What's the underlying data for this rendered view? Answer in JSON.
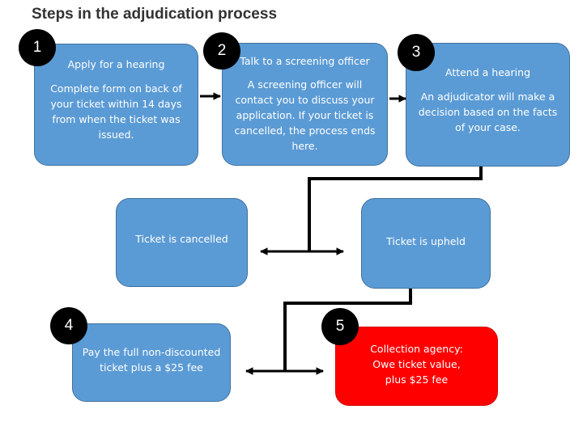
{
  "title": "Steps in the adjudication process",
  "steps": [
    {
      "number": "1",
      "heading": "Apply for a hearing",
      "body": "Complete form on back of your ticket within 14 days from when the ticket was issued."
    },
    {
      "number": "2",
      "heading": "Talk to a screening officer",
      "body": "A screening officer will contact you to discuss your application.  If your ticket is cancelled, the process ends here."
    },
    {
      "number": "3",
      "heading": "Attend a hearing",
      "body": "An adjudicator will make a decision based on the facts of your case."
    },
    {
      "number": "4",
      "body": "Pay the full non-discounted ticket plus a $25 fee"
    },
    {
      "number": "5",
      "body": "Collection agency: Owe ticket value, plus $25 fee"
    }
  ],
  "outcomes": {
    "cancelled": "Ticket is cancelled",
    "upheld": "Ticket is upheld"
  },
  "colors": {
    "box_fill": "#5b9bd5",
    "box_border": "#41719c",
    "alert_fill": "#ff0000",
    "badge_fill": "#000000",
    "connector": "#000000"
  }
}
